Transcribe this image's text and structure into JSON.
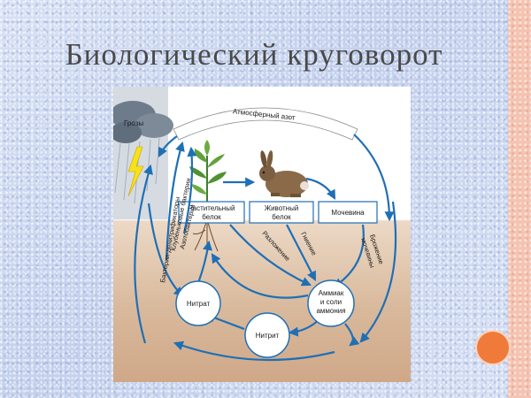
{
  "slide": {
    "title": "Биологический круговорот"
  },
  "diagram": {
    "atmosphere": "Атмосферный азот",
    "storm": "Грозы",
    "plant_protein": [
      "Растительный",
      "белок"
    ],
    "animal_protein": [
      "Животный",
      "белок"
    ],
    "urea": "Мочевина",
    "nitrate": "Нитрат",
    "nitrite": "Нитрит",
    "ammonia": [
      "Аммиак",
      "и соли",
      "аммония"
    ],
    "denitrifiers": "Бактерии-денитрификаторы",
    "nodule_bacteria": "Клубеньковые бактерии",
    "azotobacter": "Азотобактерии",
    "decomposition": "Разложение",
    "putrefaction": "Гниение",
    "fermentation": [
      "Брожение",
      "мочевины"
    ]
  },
  "colors": {
    "arrow": "#1f6fb5",
    "box_border": "#1f6fb5",
    "soil": "#d9b99c",
    "accent": "#f07a3a"
  }
}
